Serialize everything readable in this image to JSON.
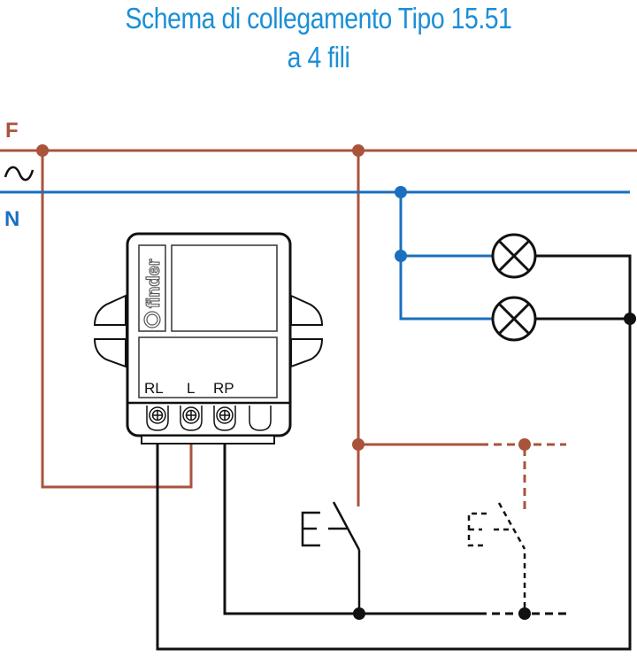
{
  "title": {
    "line1": "Schema di collegamento Tipo 15.51",
    "line2": "a 4 fili"
  },
  "colors": {
    "title": "#1a8fd6",
    "phase_wire": "#a9533d",
    "neutral_wire": "#1a6fbf",
    "control_wire": "#111111"
  },
  "lines": {
    "phase_label": "F",
    "ac_symbol": "~",
    "neutral_label": "N"
  },
  "device": {
    "brand": "finder",
    "terminals": [
      "RL",
      "L",
      "RP"
    ]
  },
  "components": {
    "lamps": [
      {
        "name": "lamp-1",
        "icon": "lamp-cross-icon"
      },
      {
        "name": "lamp-2",
        "icon": "lamp-cross-icon"
      }
    ],
    "pushbuttons": [
      {
        "name": "pushbutton-main",
        "style": "solid"
      },
      {
        "name": "pushbutton-optional",
        "style": "dashed"
      }
    ]
  }
}
